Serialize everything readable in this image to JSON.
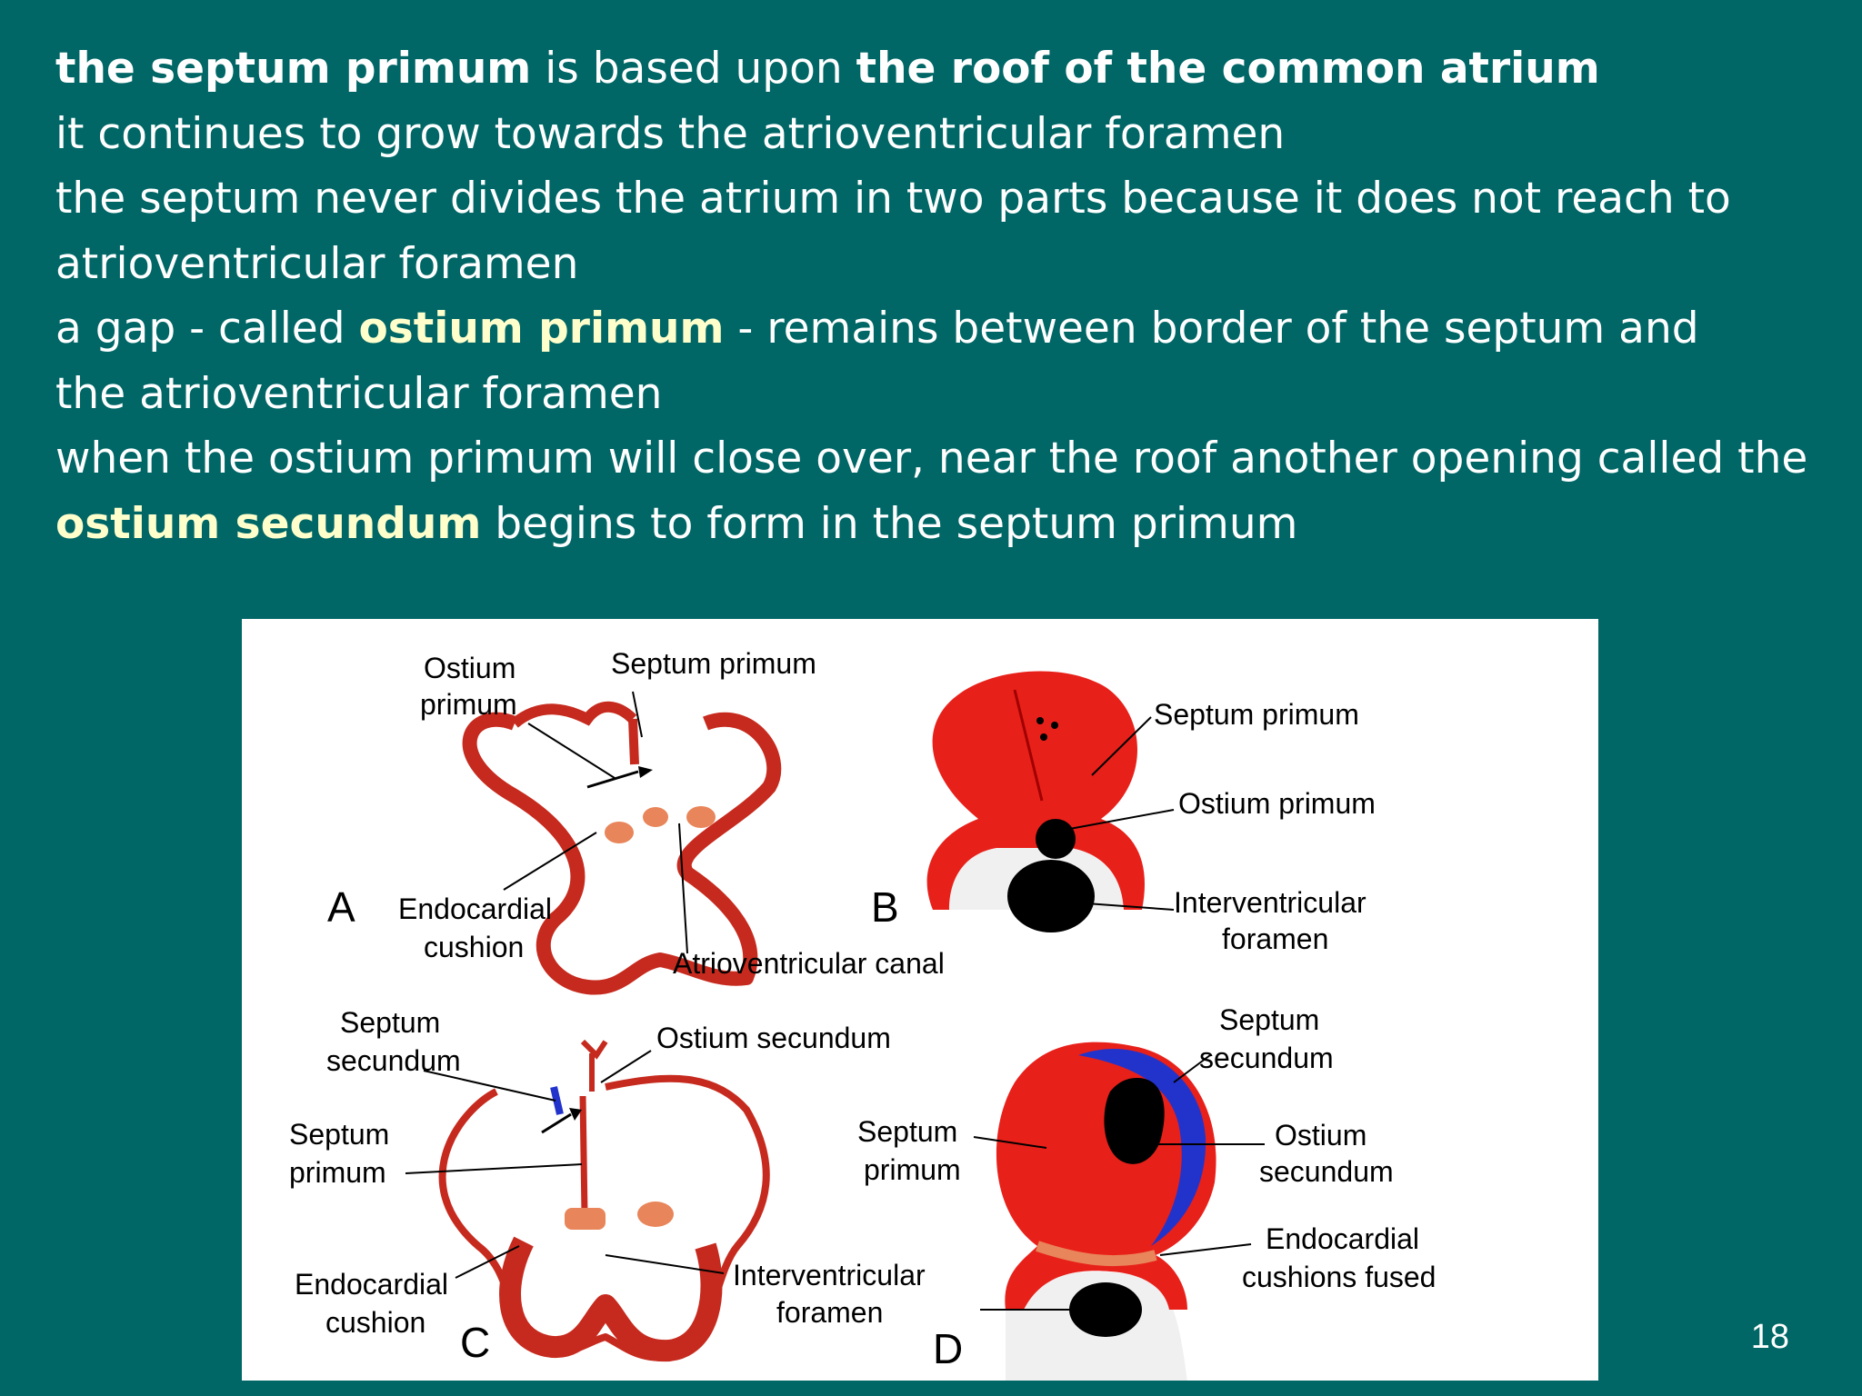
{
  "text": {
    "l1": {
      "a": "the septum primum",
      "b": " is based upon ",
      "c": "the roof of the common atrium"
    },
    "l2": "it continues to grow towards the atrioventricular foramen",
    "l3": "the septum never divides the atrium in two parts because it does not reach to",
    "l4": "atrioventricular foramen",
    "l5": {
      "a": "a gap - called ",
      "b": "ostium primum",
      "c": " - remains between border of the septum and"
    },
    "l6": "the atrioventricular foramen",
    "l7": "when the ostium primum will close over, near the roof another opening called the",
    "l8": {
      "a": "ostium secundum",
      "b": " begins to form in the septum primum"
    }
  },
  "figure": {
    "panelA": {
      "letter": "A",
      "ostium1": "Ostium",
      "ostium2": "primum",
      "septum": "Septum primum",
      "endo1": "Endocardial",
      "endo2": "cushion",
      "av": "Atrioventricular canal"
    },
    "panelB": {
      "letter": "B",
      "septum": "Septum primum",
      "ostium": "Ostium primum",
      "iv1": "Interventricular",
      "iv2": "foramen"
    },
    "panelC": {
      "letter": "C",
      "ss1": "Septum",
      "ss2": "secundum",
      "os": "Ostium secundum",
      "sp1": "Septum",
      "sp2": "primum",
      "endo1": "Endocardial",
      "endo2": "cushion",
      "iv1": "Interventricular",
      "iv2": "foramen"
    },
    "panelD": {
      "letter": "D",
      "ss1": "Septum",
      "ss2": "secundum",
      "sp1": "Septum",
      "sp2": "primum",
      "os1": "Ostium",
      "os2": "secundum",
      "ec1": "Endocardial",
      "ec2": "cushions fused"
    }
  },
  "page_number": "18",
  "colors": {
    "background": "#006666",
    "text": "#ffffff",
    "highlight": "#ffffcc",
    "tissue": "#e8201a",
    "septum_secundum": "#2233cc"
  }
}
